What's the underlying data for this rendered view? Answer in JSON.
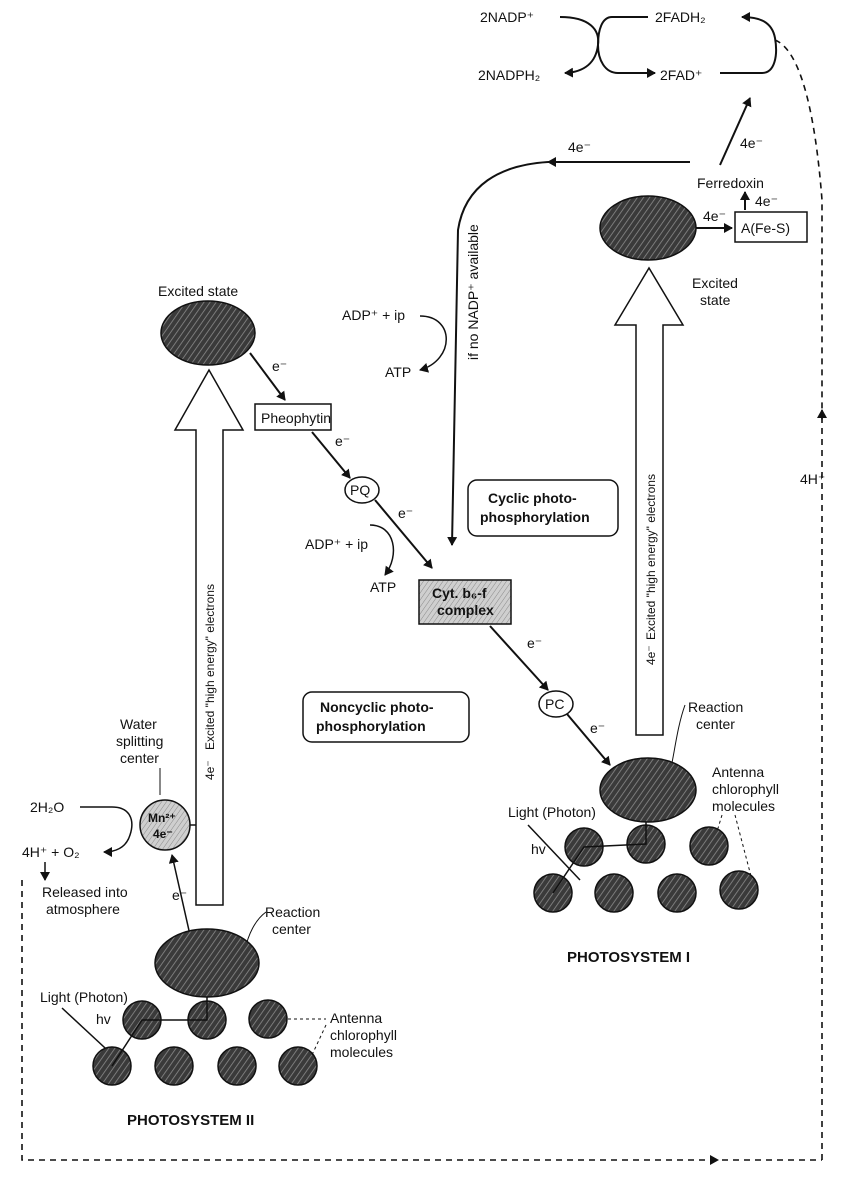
{
  "top": {
    "nadp": "2NADP⁺",
    "nadph2": "2NADPH₂",
    "fadh2": "2FADH₂",
    "fad": "2FAD⁺",
    "e4_top": "4e⁻"
  },
  "ps1": {
    "ferredoxin": "Ferredoxin",
    "e4_ferredoxin": "4e⁻",
    "e4_fes": "4e⁻",
    "fes": "A(Fe-S)",
    "excited_state": [
      "Excited",
      "state"
    ],
    "arrow_label": "Excited \"high energy\" electrons",
    "arrow_e": "4e⁻",
    "reaction_center": [
      "Reaction",
      "center"
    ],
    "antenna": [
      "Antenna",
      "chlorophyll",
      "molecules"
    ],
    "light": "Light (Photon)",
    "hv": "hv",
    "title": "PHOTOSYSTEM I",
    "e4_return": "4e⁻",
    "no_nadp": "if no NADP⁺ available"
  },
  "ps2": {
    "excited_state": "Excited state",
    "e1": "e⁻",
    "pheophytin": "Pheophytin",
    "e2": "e⁻",
    "pq": "PQ",
    "e3": "e⁻",
    "adp_mid": "ADP⁺ + ip",
    "atp_mid": "ATP",
    "adp_top": "ADP⁺ + ip",
    "atp_top": "ATP",
    "cyt": [
      "Cyt. b₆-f",
      "complex"
    ],
    "e4": "e⁻",
    "pc": "PC",
    "e5": "e⁻",
    "arrow_label": "Excited \"high energy\" electrons",
    "arrow_e": "4e⁻",
    "water": [
      "Water",
      "splitting",
      "center"
    ],
    "h2o": "2H₂O",
    "mn": "Mn²⁺",
    "mn_e": "4e⁻",
    "products": "4H⁺ + O₂",
    "released": [
      "Released into",
      "atmosphere"
    ],
    "e_small": "e⁻",
    "reaction_center": [
      "Reaction",
      "center"
    ],
    "antenna": [
      "Antenna",
      "chlorophyll",
      "molecules"
    ],
    "light": "Light (Photon)",
    "hv": "hv",
    "title": "PHOTOSYSTEM II"
  },
  "boxes": {
    "cyclic": [
      "Cyclic photo-",
      "phosphorylation"
    ],
    "noncyclic": [
      "Noncyclic photo-",
      "phosphorylation"
    ]
  },
  "side": {
    "h4": "4H⁺"
  }
}
